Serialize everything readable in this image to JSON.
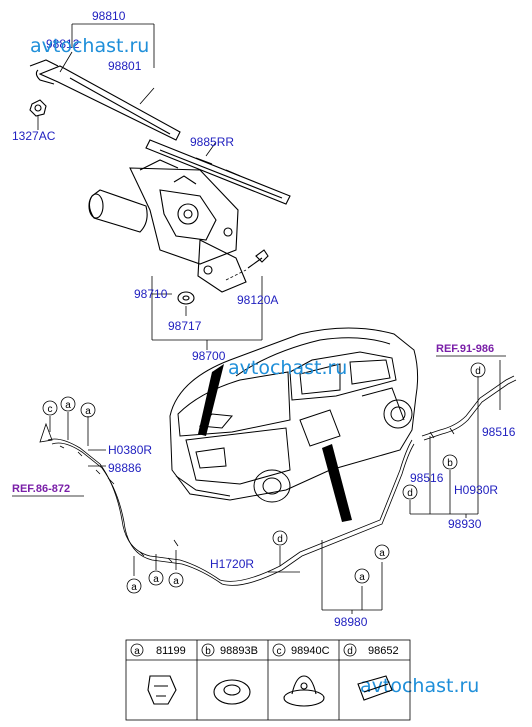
{
  "watermarks": [
    "avtochast.ru",
    "avtochast.ru",
    "avtochast.ru"
  ],
  "parts": {
    "p98810": "98810",
    "p98812": "98812",
    "p98801": "98801",
    "p1327AC": "1327AC",
    "p9885RR": "9885RR",
    "p98710": "98710",
    "p98717": "98717",
    "p98120A": "98120A",
    "p98700": "98700",
    "pH0380R": "H0380R",
    "p98886": "98886",
    "pH1720R": "H1720R",
    "p98980": "98980",
    "p98516a": "98516",
    "p98516b": "98516",
    "pH0930R": "H0930R",
    "p98930": "98930"
  },
  "refs": {
    "left": "REF.86-872",
    "right": "REF.91-986"
  },
  "callouts": {
    "a": "a",
    "b": "b",
    "c": "c",
    "d": "d"
  },
  "legend": [
    {
      "letter": "a",
      "code": "81199"
    },
    {
      "letter": "b",
      "code": "98893B"
    },
    {
      "letter": "c",
      "code": "98940C"
    },
    {
      "letter": "d",
      "code": "98652"
    }
  ]
}
